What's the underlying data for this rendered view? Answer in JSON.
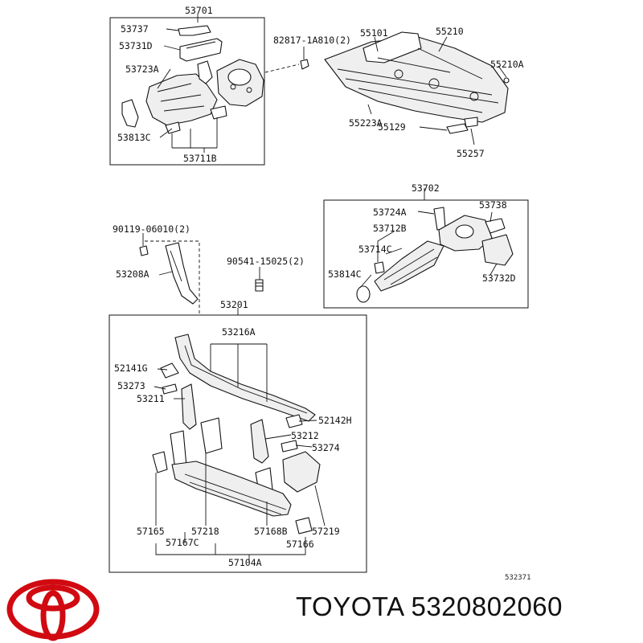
{
  "labels": {
    "53701": "53701",
    "53737": "53737",
    "53731D": "53731D",
    "53723A": "53723A",
    "53813C": "53813C",
    "53711B": "53711B",
    "82817": "82817-1A810(2)",
    "55101": "55101",
    "55210": "55210",
    "55210A": "55210A",
    "55223A": "55223A",
    "55129": "55129",
    "55257": "55257",
    "53702": "53702",
    "53724A": "53724A",
    "53738": "53738",
    "53712B": "53712B",
    "53714C": "53714C",
    "53814C": "53814C",
    "53732D": "53732D",
    "90119": "90119-06010(2)",
    "53208A": "53208A",
    "90541": "90541-15025(2)",
    "53201": "53201",
    "53216A": "53216A",
    "52141G": "52141G",
    "53273": "53273",
    "53211": "53211",
    "52142H": "52142H",
    "53212": "53212",
    "53274": "53274",
    "57165": "57165",
    "57218": "57218",
    "57168B": "57168B",
    "57219": "57219",
    "57167C": "57167C",
    "57166": "57166",
    "57104A": "57104A",
    "ref": "532371"
  },
  "brand": {
    "text": "TOYOTA 5320802060",
    "logo_color": "#d10a11"
  }
}
